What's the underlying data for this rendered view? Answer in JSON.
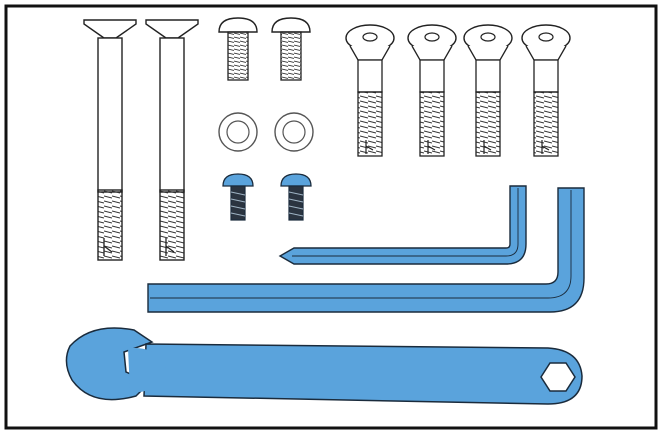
{
  "colors": {
    "tool_fill": "#5aa3dc",
    "tool_stroke": "#1a2b3c",
    "line": "#222222",
    "frame": "#111111",
    "background": "#ffffff",
    "dark_part": "#2b3440"
  },
  "parts": {
    "long_countersunk_bolts": 2,
    "button_head_screws": 2,
    "flat_washers": 2,
    "small_blue_screws": 2,
    "flat_head_socket_bolts": 4,
    "hex_keys": 2,
    "wrench": 1
  }
}
